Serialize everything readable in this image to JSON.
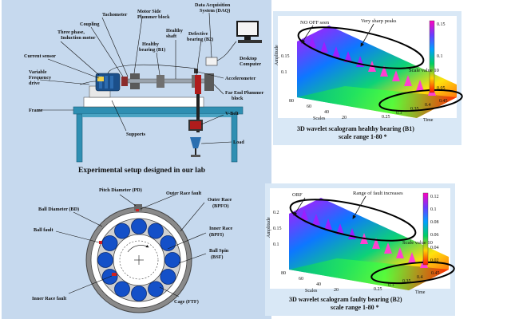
{
  "setup": {
    "caption": "Experimental setup designed in our lab",
    "labels": {
      "daq": "Data Acquisition System (DAQ)",
      "tachometer": "Tachometer",
      "motor_block": "Motor Side Plummer block",
      "coupling": "Coupling",
      "healthy_shaft": "Healthy shaft",
      "motor": "Three phase, Induction motor",
      "healthy_bearing": "Healthy bearing (B1)",
      "defective_bearing": "Defective bearing (B2)",
      "current_sensor": "Current sensor",
      "desktop": "Desktop Computer",
      "vfd": "Variable Frequency drive",
      "accelerometer": "Accelerometer",
      "far_end": "Far End Plummer block",
      "frame": "Frame",
      "vbelt": "V-Belt",
      "supports": "Supports",
      "load": "Load"
    }
  },
  "bearing": {
    "labels": {
      "pitch_diameter": "Pitch Diameter (PD)",
      "outer_race_fault": "Outer Race fault",
      "ball_diameter": "Ball Diameter (BD)",
      "outer_race": "Outer Race (BPFO)",
      "ball_fault": "Ball fault",
      "inner_race": "Inner Race (BPFI)",
      "ball_spin": "Ball Spin (BSF)",
      "inner_race_fault": "Inner Race fault",
      "cage": "Cage (FTF)"
    }
  },
  "charts": [
    {
      "id": "healthy",
      "caption_line1": "3D wavelet scalogram healthy bearing (B1)",
      "caption_line2": "scale range 1-80 *",
      "annotations": [
        "NO OFF seen",
        "Very sharp peaks",
        "Scale value 10"
      ],
      "colors": {
        "high": "#d000d0",
        "mid": "#00c060",
        "low": "#ff2000",
        "ellipse": "#000000"
      },
      "chart_data": {
        "type": "surface",
        "zlabel": "Amplitude",
        "xlabel": "Time",
        "ylabel": "Scales",
        "z_ticks": [
          0.1,
          0.15
        ],
        "x_ticks": [
          0.25,
          0.3,
          0.35,
          0.4,
          0.45
        ],
        "y_ticks": [
          20,
          40,
          60,
          80
        ],
        "colorbar_ticks": [
          0.15,
          0.1,
          0.05
        ]
      }
    },
    {
      "id": "faulty",
      "caption_line1": "3D wavelet scalogram faulty bearing (B2)",
      "caption_line2": "scale range 1-80 *",
      "annotations": [
        "ORF",
        "Range of fault increases",
        "Scale value 10"
      ],
      "colors": {
        "high": "#d000d0",
        "mid": "#00c060",
        "low": "#ff2000",
        "ellipse": "#000000"
      },
      "chart_data": {
        "type": "surface",
        "zlabel": "Amplitude",
        "xlabel": "Time",
        "ylabel": "Scales",
        "z_ticks": [
          0.1,
          0.15,
          0.2
        ],
        "x_ticks": [
          0.25,
          0.3,
          0.35,
          0.4,
          0.45
        ],
        "y_ticks": [
          20,
          40,
          60,
          80
        ],
        "colorbar_ticks": [
          0.12,
          0.1,
          0.08,
          0.06,
          0.04,
          0.02
        ]
      }
    }
  ]
}
